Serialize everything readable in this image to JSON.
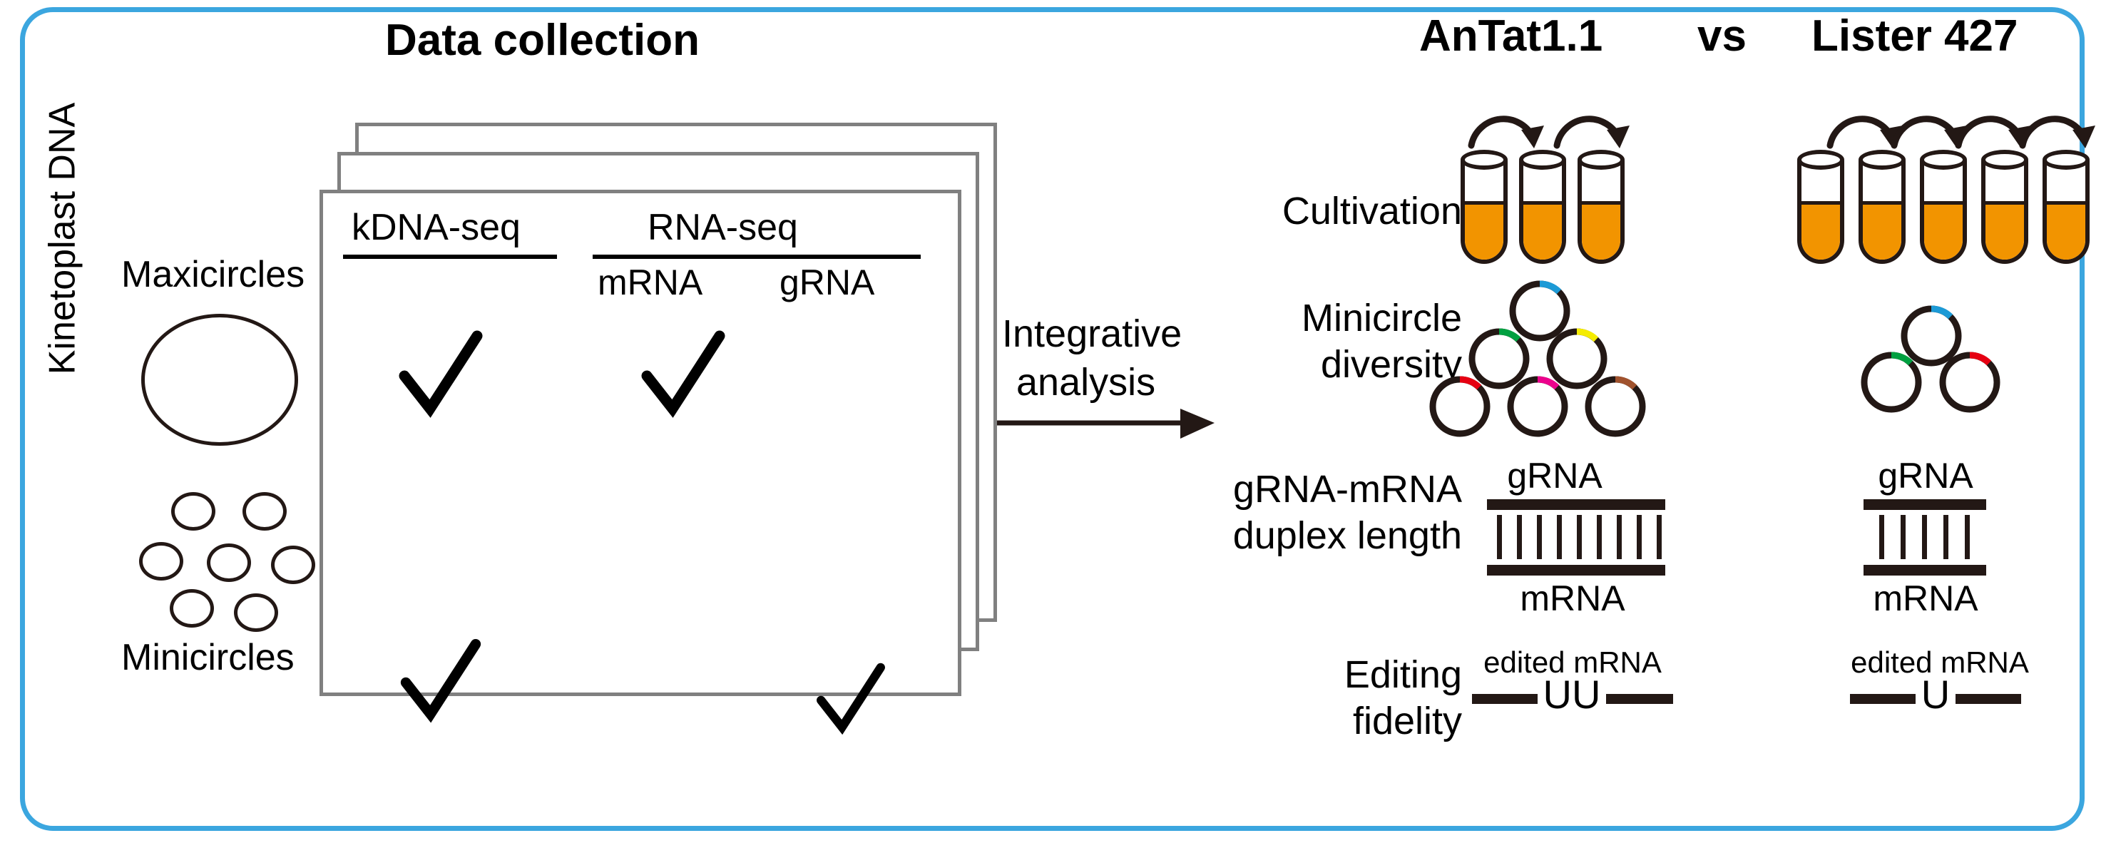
{
  "figure": {
    "frame_color": "#3BA6DF",
    "background": "#ffffff"
  },
  "left_panel": {
    "title": "Data collection",
    "kdna_label": "Kinetoplast DNA",
    "maxicircles_label": "Maxicircles",
    "minicircles_label": "Minicircles",
    "maxicircle_count": 1,
    "minicircle_count": 7,
    "card_stack_count": 3,
    "table": {
      "group_headers": [
        "kDNA-seq",
        "RNA-seq"
      ],
      "sub_headers": [
        "mRNA",
        "gRNA"
      ],
      "rows": [
        {
          "kdna_seq": "✓",
          "mrna": "✓",
          "grna": ""
        },
        {
          "kdna_seq": "✓",
          "mrna": "",
          "grna": "✓"
        }
      ]
    }
  },
  "arrow": {
    "line1": "Integrative",
    "line2": "analysis"
  },
  "right_panel": {
    "strain_a": "AnTat1.1",
    "versus": "vs",
    "strain_b": "Lister 427",
    "rows": [
      {
        "id": "cultivation",
        "label_line1": "Cultivation",
        "label_line2": "",
        "strain_a": {
          "tube_count": 3,
          "arrow_count": 2
        },
        "strain_b": {
          "tube_count": 5,
          "arrow_count": 4
        },
        "tube_fill_color": "#F29400",
        "tube_outline_color": "#231815"
      },
      {
        "id": "minicircle-diversity",
        "label_line1": "Minicircle",
        "label_line2": "diversity",
        "strain_a": {
          "circle_count": 6,
          "arc_colors": [
            "#1C9AD6",
            "#00A040",
            "#F5EC00",
            "#E60012",
            "#EC008C",
            "#A0522D"
          ]
        },
        "strain_b": {
          "circle_count": 3,
          "arc_colors": [
            "#1C9AD6",
            "#00A040",
            "#E60012"
          ]
        }
      },
      {
        "id": "duplex-length",
        "label_line1": "gRNA-mRNA",
        "label_line2": "duplex length",
        "top_label": "gRNA",
        "bottom_label": "mRNA",
        "strain_a": {
          "bar_count": 9
        },
        "strain_b": {
          "bar_count": 5
        }
      },
      {
        "id": "editing-fidelity",
        "label_line1": "Editing",
        "label_line2": "fidelity",
        "caption": "edited mRNA",
        "strain_a": {
          "insertion": "UU"
        },
        "strain_b": {
          "insertion": "U"
        }
      }
    ]
  }
}
